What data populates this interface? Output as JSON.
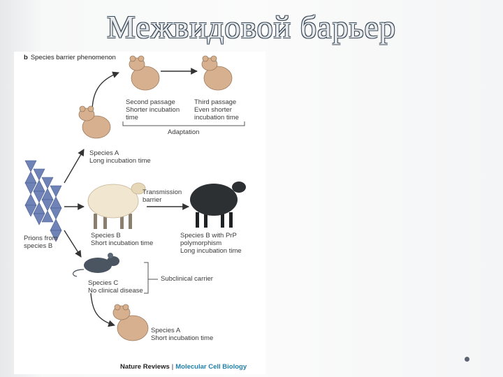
{
  "slide": {
    "title": "Межвидовой барьер"
  },
  "figure": {
    "panel_letter": "b",
    "panel_title": "Species barrier phenomenon",
    "labels": {
      "second_passage": "Second passage\nShorter incubation\ntime",
      "third_passage": "Third passage\nEven shorter\nincubation time",
      "adaptation": "Adaptation",
      "species_a_long": "Species A\nLong incubation time",
      "transmission_barrier": "Transmission\nbarrier",
      "prions_from": "Prions from\nspecies B",
      "species_b_short": "Species B\nShort incubation time",
      "species_b_prp": "Species B with PrP\npolymorphism\nLong incubation time",
      "species_c": "Species C\nNo clinical disease",
      "subclinical": "Subclinical carrier",
      "species_a_short": "Species A\nShort incubation time"
    },
    "footer": {
      "journal": "Nature Reviews",
      "separator": "|",
      "section": "Molecular Cell Biology"
    }
  },
  "colors": {
    "hamster": "#d7b08f",
    "sheep_light": "#f1e6cf",
    "sheep_dark": "#2c3033",
    "mouse": "#4a5561",
    "prion": "#6f83b6",
    "arrow": "#333333",
    "accent": "#1f7fa8"
  }
}
